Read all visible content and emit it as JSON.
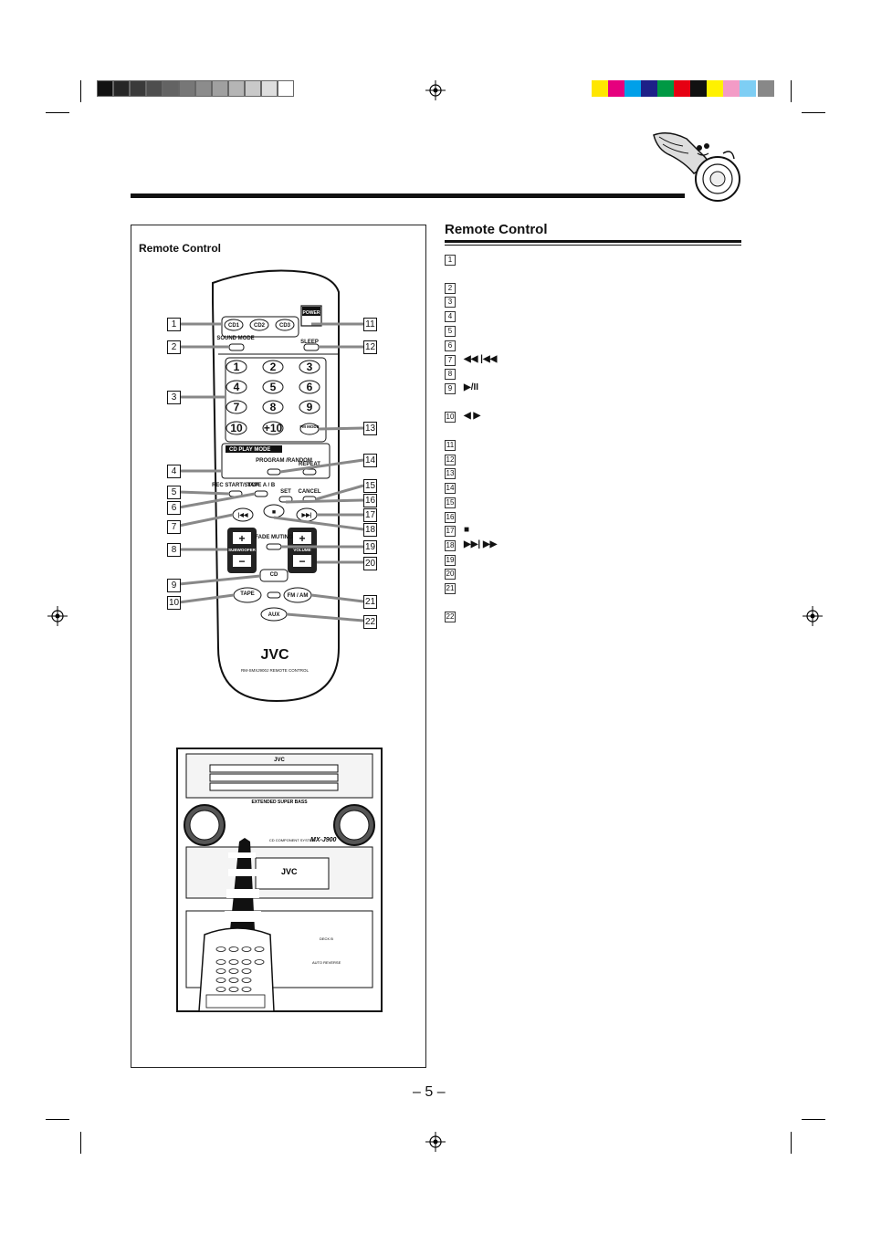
{
  "page": {
    "section_title": "Remote Control",
    "figure_title": "Remote Control",
    "page_number": "– 5 –"
  },
  "remote": {
    "brand": "JVC",
    "model_line": "RM-SMXJ900J  REMOTE CONTROL",
    "buttons": {
      "cd1": "CD1",
      "cd2": "CD2",
      "cd3": "CD3",
      "power": "POWER",
      "sound_mode": "SOUND MODE",
      "sleep": "SLEEP",
      "digits": [
        "1",
        "2",
        "3",
        "4",
        "5",
        "6",
        "7",
        "8",
        "9",
        "10",
        "+10"
      ],
      "fm_mode": "FM MODE",
      "cd_play_mode": "CD  PLAY MODE",
      "program_random": "PROGRAM /RANDOM",
      "repeat": "REPEAT",
      "rec_start_stop": "REC START/STOP",
      "tape_ab": "TAPE A / B",
      "set": "SET",
      "cancel": "CANCEL",
      "fade_muting": "FADE MUTING",
      "subwoofer": "SUBWOOFER",
      "volume": "VOLUME",
      "cd_play_pause": "CD",
      "tape": "TAPE",
      "fm_am": "FM / AM",
      "aux": "AUX"
    }
  },
  "callouts_left": [
    "1",
    "2",
    "3",
    "4",
    "5",
    "6",
    "7",
    "8",
    "9",
    "10"
  ],
  "callouts_right": [
    "11",
    "12",
    "13",
    "14",
    "15",
    "16",
    "17",
    "18",
    "19",
    "20",
    "21",
    "22"
  ],
  "stereo": {
    "brand": "JVC",
    "model": "MX-J900",
    "label_bass": "EXTENDED SUPER BASS",
    "label_system": "CD COMPONENT SYSTEM",
    "label_auto_reverse": "AUTO REVERSE",
    "label_deck_b": "DECK B"
  },
  "list_items": [
    {
      "num": "1",
      "glyphs": ""
    },
    {
      "num": "2",
      "glyphs": ""
    },
    {
      "num": "3",
      "glyphs": ""
    },
    {
      "num": "4",
      "glyphs": ""
    },
    {
      "num": "5",
      "glyphs": ""
    },
    {
      "num": "6",
      "glyphs": ""
    },
    {
      "num": "7",
      "glyphs": "◀◀  |◀◀"
    },
    {
      "num": "8",
      "glyphs": ""
    },
    {
      "num": "9",
      "glyphs": "▶/II"
    },
    {
      "num": "10",
      "glyphs": "◀ ▶"
    },
    {
      "num": "11",
      "glyphs": ""
    },
    {
      "num": "12",
      "glyphs": ""
    },
    {
      "num": "13",
      "glyphs": ""
    },
    {
      "num": "14",
      "glyphs": ""
    },
    {
      "num": "15",
      "glyphs": ""
    },
    {
      "num": "16",
      "glyphs": ""
    },
    {
      "num": "17",
      "glyphs": "■"
    },
    {
      "num": "18",
      "glyphs": "▶▶|  ▶▶"
    },
    {
      "num": "19",
      "glyphs": ""
    },
    {
      "num": "20",
      "glyphs": ""
    },
    {
      "num": "21",
      "glyphs": ""
    },
    {
      "num": "22",
      "glyphs": ""
    }
  ],
  "colors": {
    "gray_bar": [
      "#111111",
      "#262626",
      "#3a3a3a",
      "#4e4e4e",
      "#636363",
      "#777777",
      "#8c8c8c",
      "#a0a0a0",
      "#b5b5b5",
      "#c9c9c9",
      "#dedede",
      "#ffffff"
    ],
    "color_bar": [
      "#ffe600",
      "#e6007e",
      "#00a0e9",
      "#1d2088",
      "#009944",
      "#e60012",
      "#111111",
      "#fff100",
      "#f39bc6",
      "#7ecef4",
      "#888888"
    ]
  },
  "icons": {
    "header_art": "gramophone-horn-icon",
    "registration": "registration-mark-icon"
  }
}
